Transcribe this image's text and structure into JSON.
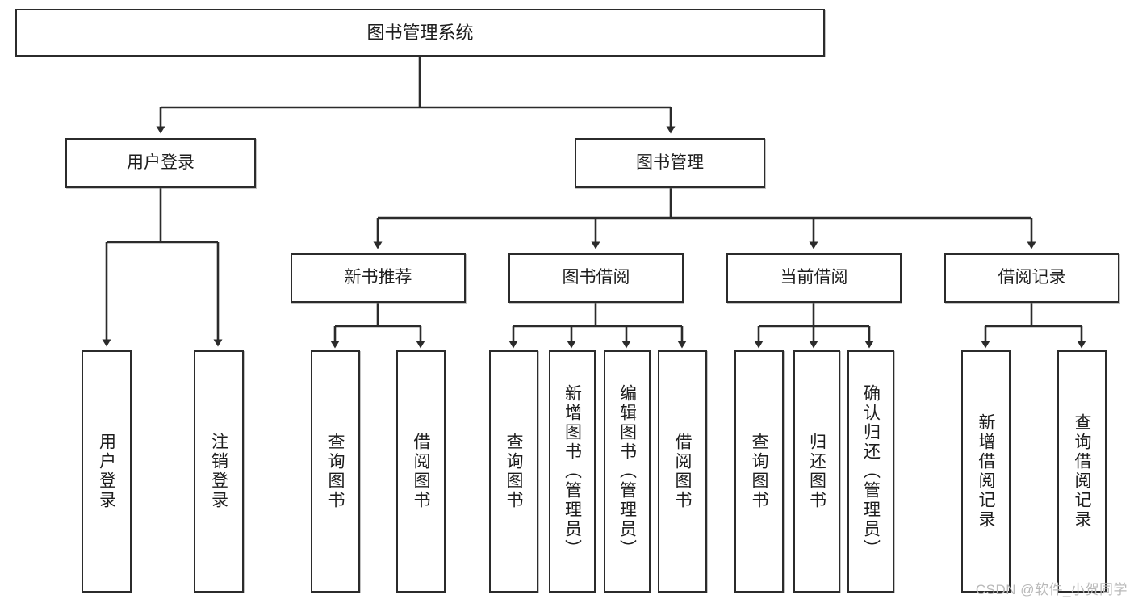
{
  "diagram": {
    "title": "图书管理系统",
    "type": "tree-hierarchy",
    "watermark": "CSDN @软件_小贺同学",
    "colors": {
      "box_border": "#2b2b2b",
      "box_fill": "#ffffff",
      "connector": "#2b2b2b",
      "text": "#1d1d1d",
      "watermark": "#b9b9b9"
    },
    "nodes": {
      "root": {
        "label": "图书管理系统"
      },
      "level2": [
        {
          "label": "用户登录"
        },
        {
          "label": "图书管理"
        }
      ],
      "level3": [
        {
          "label": "新书推荐"
        },
        {
          "label": "图书借阅"
        },
        {
          "label": "当前借阅"
        },
        {
          "label": "借阅记录"
        }
      ],
      "leaves": {
        "user_login": [
          {
            "label": "用户登录"
          },
          {
            "label": "注销登录"
          }
        ],
        "new_book_recommend": [
          {
            "label": "查询图书"
          },
          {
            "label": "借阅图书"
          }
        ],
        "book_borrow": [
          {
            "label": "查询图书"
          },
          {
            "label": "新增图书（管理员）"
          },
          {
            "label": "编辑图书（管理员）"
          },
          {
            "label": "借阅图书"
          }
        ],
        "current_borrow": [
          {
            "label": "查询图书"
          },
          {
            "label": "归还图书"
          },
          {
            "label": "确认归还（管理员）"
          }
        ],
        "borrow_record": [
          {
            "label": "新增借阅记录"
          },
          {
            "label": "查询借阅记录"
          }
        ]
      }
    }
  }
}
